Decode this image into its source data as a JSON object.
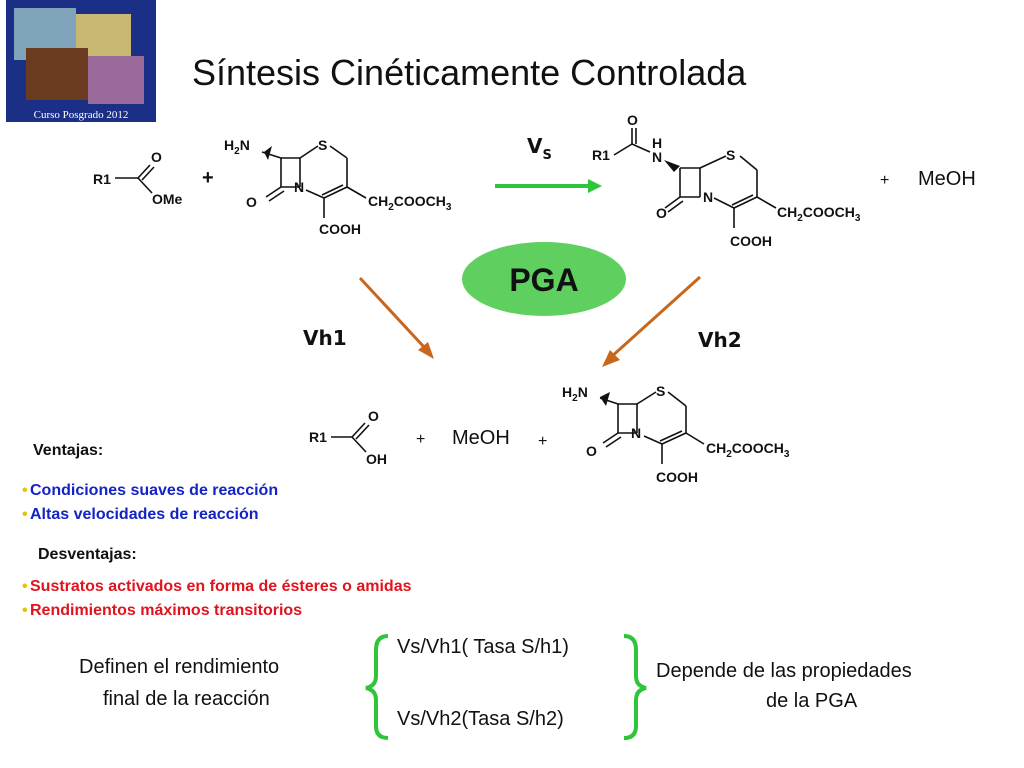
{
  "title": "Síntesis Cinéticamente Controlada",
  "logo": {
    "caption": "Curso Posgrado 2012"
  },
  "reaction": {
    "reactant_ester": {
      "r": "R1",
      "o": "O",
      "ome": "OMe"
    },
    "plus": "+",
    "nucleus": {
      "h2n": "H2N",
      "s": "S",
      "n": "N",
      "o": "O",
      "side": "CH2COOCH3",
      "cooh": "COOH"
    },
    "rate_synthesis": "VS",
    "product": {
      "r": "R1",
      "o": "O",
      "h": "H",
      "n": "N",
      "s": "S",
      "n2": "N",
      "o2": "O",
      "side": "CH2COOCH3",
      "cooh": "COOH"
    },
    "byproduct_plus": "+",
    "byproduct": "MeOH",
    "enzyme": "PGA",
    "rate_h1": "Vh1",
    "rate_h2": "Vh2",
    "acid": {
      "r": "R1",
      "o": "O",
      "oh": "OH"
    },
    "plus2": "+",
    "meoh2": "MeOH",
    "plus3": "+"
  },
  "ventajas": {
    "heading": "Ventajas:",
    "items": [
      "Condiciones suaves de reacción",
      "Altas velocidades de reacción"
    ]
  },
  "desventajas": {
    "heading": "Desventajas:",
    "items": [
      "Sustratos activados en forma de ésteres o amidas",
      "Rendimientos máximos transitorios"
    ]
  },
  "bottom": {
    "left_line1": "Definen el rendimiento",
    "left_line2": "final de la reacción",
    "ratio1": "Vs/Vh1( Tasa S/h1)",
    "ratio2": "Vs/Vh2(Tasa S/h2)",
    "right_line1": "Depende de las propiedades",
    "right_line2": "de la PGA"
  },
  "colors": {
    "green": "#2fc43a",
    "orange": "#c8661c",
    "ellipse": "#5fd060",
    "blue": "#1423c4",
    "red": "#e0141e"
  }
}
